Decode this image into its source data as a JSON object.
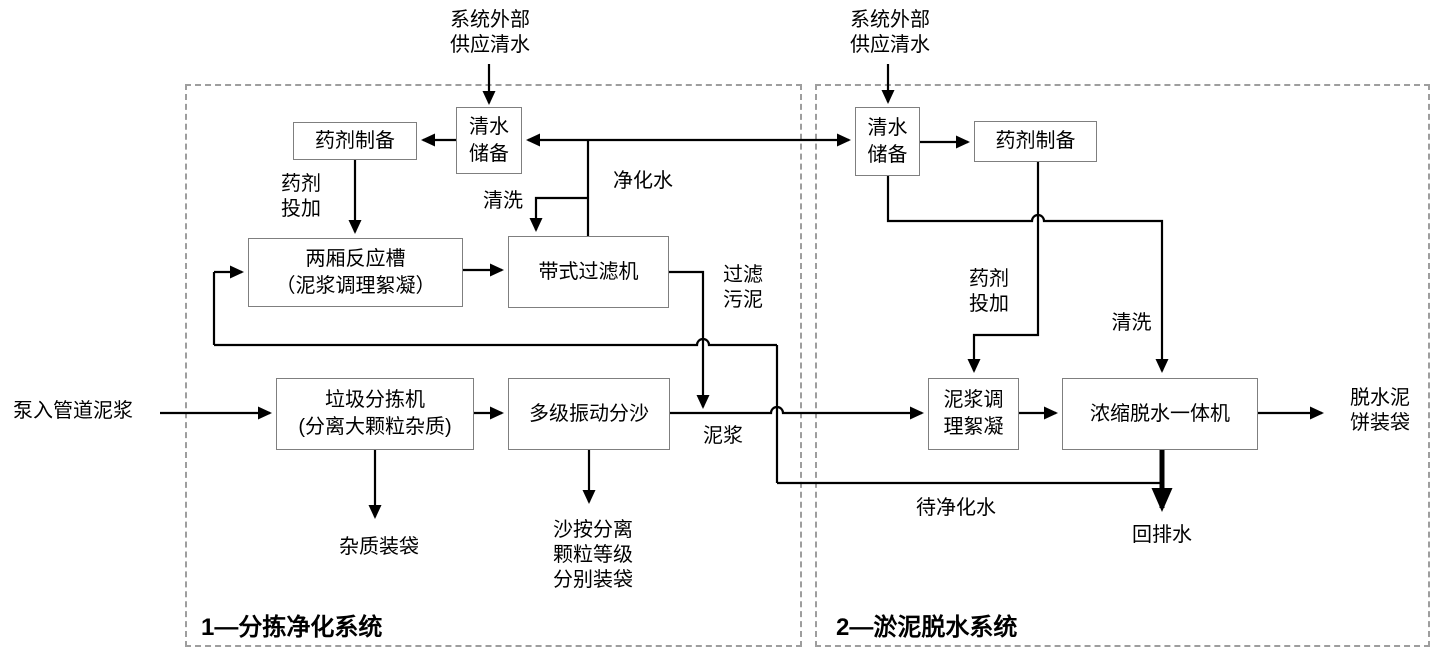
{
  "systems": [
    {
      "caption": "1—分拣净化系统"
    },
    {
      "caption": "2—淤泥脱水系统"
    }
  ],
  "nodes": {
    "chem_prep_1": "药剂制备",
    "water_storage_1": "清水\n储备",
    "reaction_tank": "两厢反应槽\n（泥浆调理絮凝）",
    "belt_filter": "带式过滤机",
    "trash_sorter": "垃圾分拣机\n(分离大颗粒杂质)",
    "sand_separator": "多级振动分沙",
    "water_storage_2": "清水\n储备",
    "chem_prep_2": "药剂制备",
    "slurry_conditioning": "泥浆调\n理絮凝",
    "dewatering_machine": "浓缩脱水一体机"
  },
  "labels": {
    "external_water_1": "系统外部\n供应清水",
    "external_water_2": "系统外部\n供应清水",
    "chem_dosing_1": "药剂\n投加",
    "washing_1": "清洗",
    "purified_water": "净化水",
    "filtered_sludge": "过滤\n污泥",
    "pumped_slurry": "泵入管道泥浆",
    "slurry": "泥浆",
    "debris_bagging": "杂质装袋",
    "sand_bagging": "沙按分离\n颗粒等级\n分别装袋",
    "water_to_purify": "待净化水",
    "chem_dosing_2": "药剂\n投加",
    "washing_2": "清洗",
    "dewatered_cake": "脱水泥\n饼装袋",
    "return_water": "回排水"
  },
  "colors": {
    "line": "#000000",
    "box_border": "#7f7f7f",
    "dashed_border": "#9e9e9e",
    "text": "#000000",
    "background": "#ffffff"
  }
}
